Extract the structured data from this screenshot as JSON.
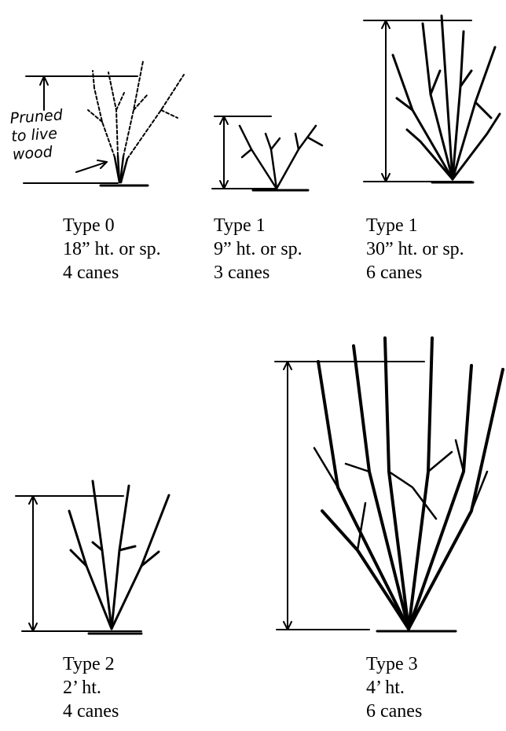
{
  "annotation": {
    "lines": [
      "Pruned",
      "to live",
      "wood"
    ]
  },
  "plants": [
    {
      "type": "Type 0",
      "size": "18” ht. or sp.",
      "canes": "4 canes"
    },
    {
      "type": "Type 1",
      "size": "9” ht. or sp.",
      "canes": "3 canes"
    },
    {
      "type": "Type 1",
      "size": "30” ht. or sp.",
      "canes": "6 canes"
    },
    {
      "type": "Type 2",
      "size": "2’ ht.",
      "canes": "4 canes"
    },
    {
      "type": "Type 3",
      "size": "4’ ht.",
      "canes": "6 canes"
    }
  ]
}
